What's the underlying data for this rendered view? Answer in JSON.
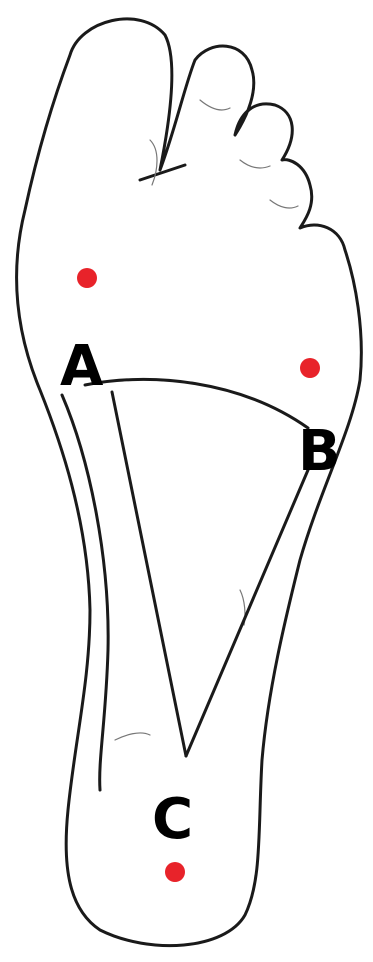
{
  "points": [
    {
      "id": "A",
      "label": "A"
    },
    {
      "id": "B",
      "label": "B"
    },
    {
      "id": "C",
      "label": "C"
    }
  ],
  "colors": {
    "marker": "#e8232a",
    "outline": "#1a1a1a",
    "label": "#000000"
  }
}
